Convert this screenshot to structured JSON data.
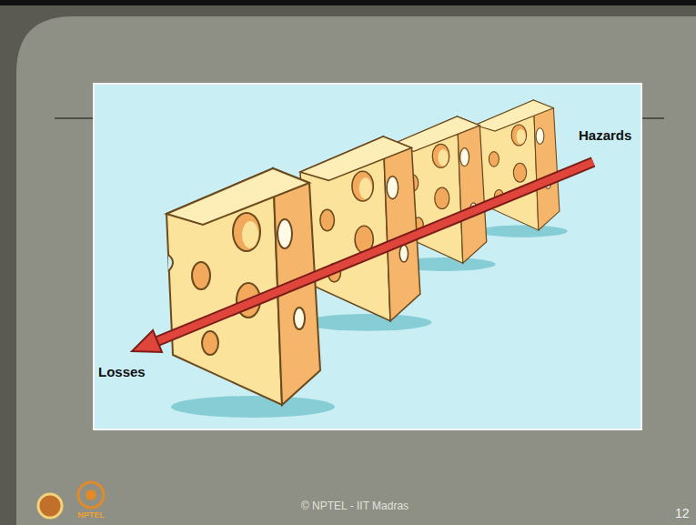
{
  "diagram": {
    "labels": [
      "Hazards",
      "Losses",
      "NPTEL",
      "© NPTEL - IIT Madras",
      "12"
    ]
  }
}
